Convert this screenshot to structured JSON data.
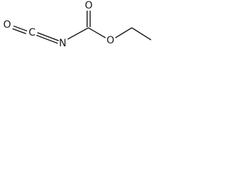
{
  "molecule": {
    "atoms": {
      "isocyanate_oxygen": "O",
      "isocyanate_carbon": "C",
      "nitrogen": "N",
      "carbonyl_oxygen": "O",
      "ester_oxygen": "O"
    }
  }
}
